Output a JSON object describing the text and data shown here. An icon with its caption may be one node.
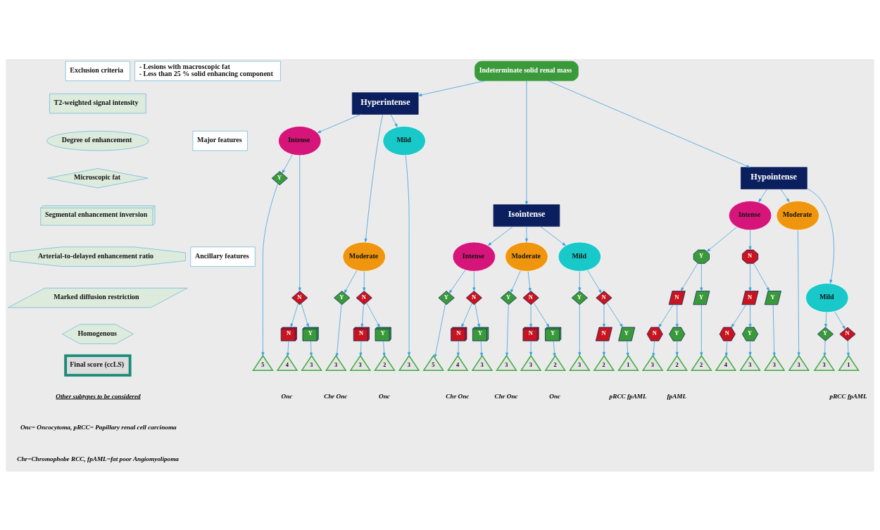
{
  "diagram": {
    "nodes": [
      {
        "text": [
          "Exclusion criteria"
        ]
      },
      {
        "text": [
          "- Lesions with macroscopic fat",
          "- Less than 25 % solid enhancing component"
        ]
      },
      {
        "text": [
          "Major features"
        ]
      },
      {
        "text": [
          "T2-weighted signal intensity"
        ]
      },
      {
        "text": [
          "Degree of enhancement"
        ]
      },
      {
        "text": [
          "Microscopic fat"
        ]
      },
      {
        "text": [
          "Ancillary features"
        ]
      },
      {
        "text": [
          "Segmental enhancement inversion"
        ]
      },
      {
        "text": [
          "Arterial-to-delayed enhancement ratio"
        ]
      },
      {
        "text": [
          "Marked diffusion restriction"
        ]
      },
      {
        "text": [
          "Homogenous"
        ]
      },
      {
        "text": [
          "Final score (ccLS)"
        ]
      },
      {
        "text": [
          "Indeterminate solid renal mass"
        ]
      },
      {
        "text": [
          "Hyperintense"
        ]
      },
      {
        "text": [
          "Isointense"
        ]
      },
      {
        "text": [
          "Hypointense"
        ]
      },
      {
        "text": [
          "Intense"
        ]
      },
      {
        "text": [
          "Moderate"
        ]
      },
      {
        "text": [
          "Mild"
        ]
      },
      {
        "text": [
          "Intense"
        ]
      },
      {
        "text": [
          "Moderate"
        ]
      },
      {
        "text": [
          "Mild"
        ]
      },
      {
        "text": [
          "Intense"
        ]
      },
      {
        "text": [
          "Moderate"
        ]
      },
      {
        "text": [
          "Mild"
        ]
      },
      {
        "text": [
          "Y"
        ]
      },
      {
        "text": [
          "N"
        ]
      },
      {
        "text": [
          "N"
        ]
      },
      {
        "text": [
          "Y"
        ]
      },
      {
        "text": [
          "Y"
        ]
      },
      {
        "text": [
          "N"
        ]
      },
      {
        "text": [
          "N"
        ]
      },
      {
        "text": [
          "Y"
        ]
      },
      {
        "text": [
          "Y"
        ]
      },
      {
        "text": [
          "N"
        ]
      },
      {
        "text": [
          "N"
        ]
      },
      {
        "text": [
          "Y"
        ]
      },
      {
        "text": [
          "Y"
        ]
      },
      {
        "text": [
          "N"
        ]
      },
      {
        "text": [
          "N"
        ]
      },
      {
        "text": [
          "Y"
        ]
      },
      {
        "text": [
          "Y"
        ]
      },
      {
        "text": [
          "N"
        ]
      },
      {
        "text": [
          "N"
        ]
      },
      {
        "text": [
          "Y"
        ]
      },
      {
        "text": [
          "Y"
        ]
      },
      {
        "text": [
          "N"
        ]
      },
      {
        "text": [
          "N"
        ]
      },
      {
        "text": [
          "Y"
        ]
      },
      {
        "text": [
          "N"
        ]
      },
      {
        "text": [
          "Y"
        ]
      },
      {
        "text": [
          "N"
        ]
      },
      {
        "text": [
          "Y"
        ]
      },
      {
        "text": [
          "N"
        ]
      },
      {
        "text": [
          "Y"
        ]
      },
      {
        "text": [
          "Y"
        ]
      },
      {
        "text": [
          "N"
        ]
      },
      {
        "text": [
          "5"
        ]
      },
      {
        "text": [
          "4"
        ]
      },
      {
        "text": [
          "3"
        ]
      },
      {
        "text": [
          "3"
        ]
      },
      {
        "text": [
          "3"
        ]
      },
      {
        "text": [
          "2"
        ]
      },
      {
        "text": [
          "3"
        ]
      },
      {
        "text": [
          "5"
        ]
      },
      {
        "text": [
          "4"
        ]
      },
      {
        "text": [
          "3"
        ]
      },
      {
        "text": [
          "3"
        ]
      },
      {
        "text": [
          "3"
        ]
      },
      {
        "text": [
          "2"
        ]
      },
      {
        "text": [
          "3"
        ]
      },
      {
        "text": [
          "2"
        ]
      },
      {
        "text": [
          "1"
        ]
      },
      {
        "text": [
          "3"
        ]
      },
      {
        "text": [
          "2"
        ]
      },
      {
        "text": [
          "2"
        ]
      },
      {
        "text": [
          "4"
        ]
      },
      {
        "text": [
          "3"
        ]
      },
      {
        "text": [
          "3"
        ]
      },
      {
        "text": [
          "3"
        ]
      },
      {
        "text": [
          "3"
        ]
      },
      {
        "text": [
          "1"
        ]
      }
    ],
    "edges": [
      {
        "from": 12,
        "to": 13,
        "arrow": "to"
      },
      {
        "from": 12,
        "to": 14,
        "arrow": "to"
      },
      {
        "from": 12,
        "to": 15,
        "arrow": "to"
      },
      {
        "from": 13,
        "to": 16,
        "arrow": "to"
      },
      {
        "from": 13,
        "to": 17,
        "arrow": "to"
      },
      {
        "from": 13,
        "to": 18,
        "arrow": "to"
      },
      {
        "from": 14,
        "to": 19,
        "arrow": "to"
      },
      {
        "from": 14,
        "to": 20,
        "arrow": "to"
      },
      {
        "from": 14,
        "to": 21,
        "arrow": "to"
      },
      {
        "from": 15,
        "to": 22,
        "arrow": "to"
      },
      {
        "from": 15,
        "to": 23,
        "arrow": "to"
      },
      {
        "from": 15,
        "to": 24,
        "arrow": "to"
      },
      {
        "from": 16,
        "to": 25,
        "arrow": "to"
      },
      {
        "from": 16,
        "to": 26,
        "arrow": "to"
      },
      {
        "from": 26,
        "to": 27,
        "arrow": "to"
      },
      {
        "from": 26,
        "to": 28,
        "arrow": "to"
      },
      {
        "from": 17,
        "to": 29,
        "arrow": "to"
      },
      {
        "from": 17,
        "to": 30,
        "arrow": "to"
      },
      {
        "from": 30,
        "to": 31,
        "arrow": "to"
      },
      {
        "from": 30,
        "to": 32,
        "arrow": "to"
      },
      {
        "from": 19,
        "to": 33,
        "arrow": "to"
      },
      {
        "from": 19,
        "to": 34,
        "arrow": "to"
      },
      {
        "from": 34,
        "to": 35,
        "arrow": "to"
      },
      {
        "from": 34,
        "to": 36,
        "arrow": "to"
      },
      {
        "from": 20,
        "to": 37,
        "arrow": "to"
      },
      {
        "from": 20,
        "to": 38,
        "arrow": "to"
      },
      {
        "from": 38,
        "to": 39,
        "arrow": "to"
      },
      {
        "from": 38,
        "to": 40,
        "arrow": "to"
      },
      {
        "from": 21,
        "to": 41,
        "arrow": "to"
      },
      {
        "from": 21,
        "to": 42,
        "arrow": "to"
      },
      {
        "from": 42,
        "to": 43,
        "arrow": "to"
      },
      {
        "from": 42,
        "to": 44,
        "arrow": "to"
      },
      {
        "from": 22,
        "to": 45,
        "arrow": "to"
      },
      {
        "from": 22,
        "to": 46,
        "arrow": "to"
      },
      {
        "from": 45,
        "to": 47,
        "arrow": "to"
      },
      {
        "from": 45,
        "to": 48,
        "arrow": "to"
      },
      {
        "from": 46,
        "to": 49,
        "arrow": "to"
      },
      {
        "from": 46,
        "to": 50,
        "arrow": "to"
      },
      {
        "from": 47,
        "to": 51,
        "arrow": "to"
      },
      {
        "from": 47,
        "to": 52,
        "arrow": "to"
      },
      {
        "from": 49,
        "to": 53,
        "arrow": "to"
      },
      {
        "from": 49,
        "to": 54,
        "arrow": "to"
      },
      {
        "from": 24,
        "to": 55,
        "arrow": "to"
      },
      {
        "from": 24,
        "to": 56,
        "arrow": "to"
      },
      {
        "from": 25,
        "to": 57,
        "arrow": "to"
      },
      {
        "from": 27,
        "to": 58,
        "arrow": "to"
      },
      {
        "from": 28,
        "to": 59,
        "arrow": "to"
      },
      {
        "from": 29,
        "to": 60,
        "arrow": "to"
      },
      {
        "from": 31,
        "to": 61,
        "arrow": "to"
      },
      {
        "from": 32,
        "to": 62,
        "arrow": "to"
      },
      {
        "from": 18,
        "to": 63,
        "arrow": "to"
      },
      {
        "from": 33,
        "to": 64,
        "arrow": "to"
      },
      {
        "from": 35,
        "to": 65,
        "arrow": "to"
      },
      {
        "from": 36,
        "to": 66,
        "arrow": "to"
      },
      {
        "from": 37,
        "to": 67,
        "arrow": "to"
      },
      {
        "from": 39,
        "to": 68,
        "arrow": "to"
      },
      {
        "from": 40,
        "to": 69,
        "arrow": "to"
      },
      {
        "from": 41,
        "to": 70,
        "arrow": "to"
      },
      {
        "from": 43,
        "to": 71,
        "arrow": "to"
      },
      {
        "from": 44,
        "to": 72,
        "arrow": "to"
      },
      {
        "from": 51,
        "to": 73,
        "arrow": "to"
      },
      {
        "from": 52,
        "to": 74,
        "arrow": "to"
      },
      {
        "from": 48,
        "to": 75,
        "arrow": "to"
      },
      {
        "from": 53,
        "to": 76,
        "arrow": "to"
      },
      {
        "from": 54,
        "to": 77,
        "arrow": "to"
      },
      {
        "from": 50,
        "to": 78,
        "arrow": "to"
      },
      {
        "from": 23,
        "to": 79,
        "arrow": "to"
      },
      {
        "from": 55,
        "to": 80,
        "arrow": "to"
      },
      {
        "from": 56,
        "to": 81,
        "arrow": "to"
      }
    ],
    "labels": [
      "Other subtypes to be considered",
      "Onc",
      "Chr Onc",
      "Onc",
      "Chr Onc",
      "Chr Onc",
      "Onc",
      "pRCC fpAML",
      "fpAML",
      "pRCC fpAML",
      "Onc= Oncocytoma, pRCC= Papillary renal cell carcinoma",
      "Chr=Chromophobe RCC, fpAML=fat poor Angiomyolipoma"
    ]
  }
}
